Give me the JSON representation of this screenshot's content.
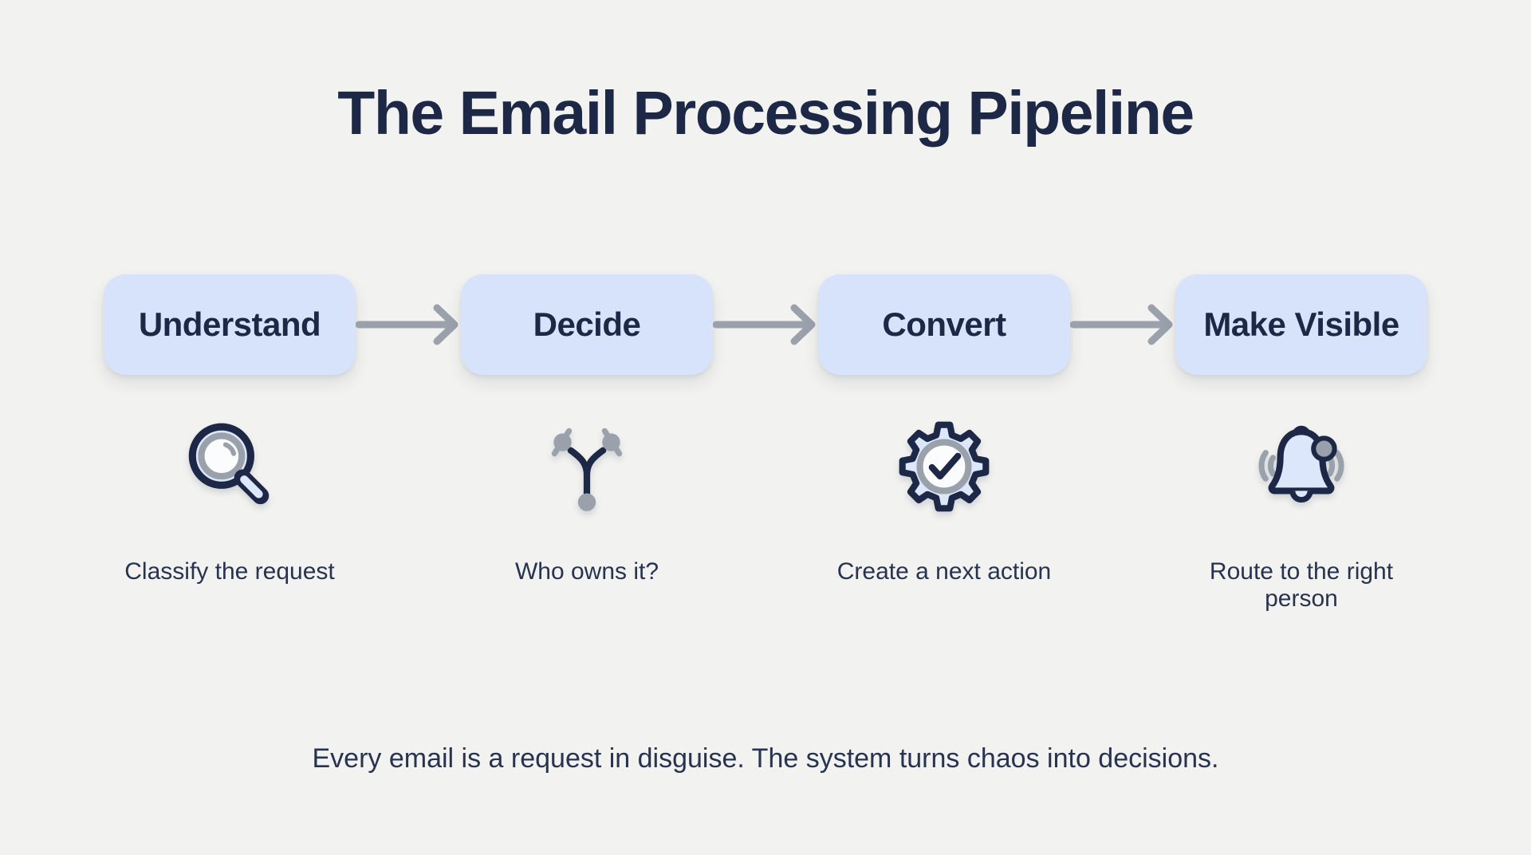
{
  "title": "The Email Processing Pipeline",
  "pipeline": {
    "stages": [
      {
        "label": "Understand",
        "icon": "magnifier-icon",
        "caption": "Classify the request"
      },
      {
        "label": "Decide",
        "icon": "branch-split-icon",
        "caption": "Who owns it?"
      },
      {
        "label": "Convert",
        "icon": "gear-check-icon",
        "caption": "Create a next action"
      },
      {
        "label": "Make Visible",
        "icon": "bell-alert-icon",
        "caption": "Route to the right person"
      }
    ],
    "connector_icon": "flow-arrow-icon"
  },
  "footer": {
    "tagline": "Every email is a request in disguise. The system turns chaos into decisions."
  },
  "colors": {
    "background": "#f2f2f0",
    "box_fill": "#d7e3fb",
    "icon_fill": "#dce7fb",
    "navy": "#1c2845",
    "gray": "#9aa1ab",
    "caption_text": "#27334f"
  }
}
